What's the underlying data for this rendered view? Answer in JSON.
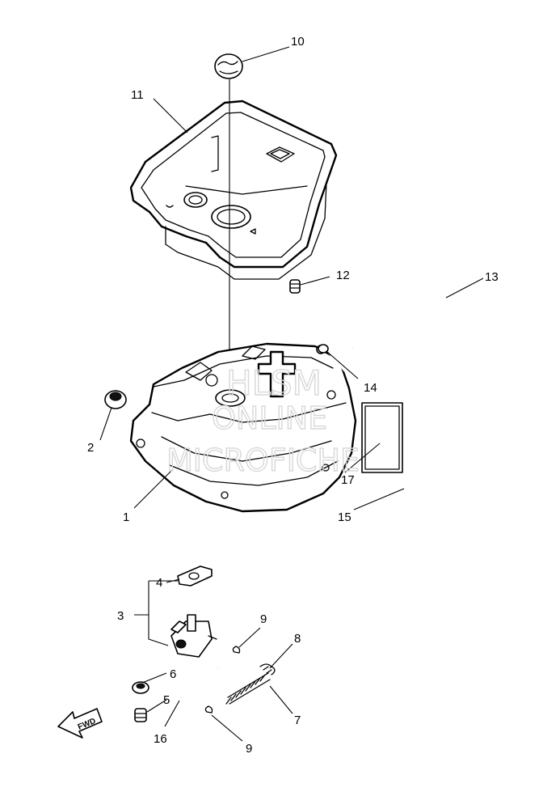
{
  "watermark": {
    "line1": "HLSM",
    "line2": "ONLINE",
    "line3": "MICROFICHE"
  },
  "fwd_label": "FWD",
  "callouts": {
    "c1": "1",
    "c2": "2",
    "c3": "3",
    "c4": "4",
    "c5": "5",
    "c6": "6",
    "c7": "7",
    "c8": "8",
    "c9a": "9",
    "c9b": "9",
    "c10": "10",
    "c11": "11",
    "c12": "12",
    "c13": "13",
    "c14": "14",
    "c15": "15",
    "c16": "16",
    "c17": "17"
  }
}
